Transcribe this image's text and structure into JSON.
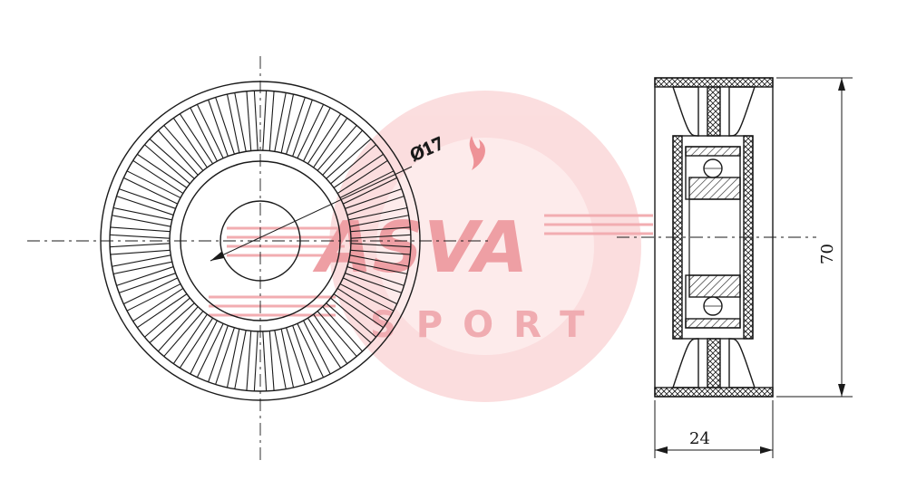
{
  "watermark": {
    "brand_lines": [
      "ASVA",
      "SPORT"
    ],
    "color": "#e8323c",
    "tint_color": "#f6c6c8"
  },
  "drawing": {
    "line_color": "#1a1a1a",
    "dimensions": {
      "bore_diameter_label": "Ø17",
      "outer_diameter_label": "70",
      "width_label": "24"
    }
  }
}
